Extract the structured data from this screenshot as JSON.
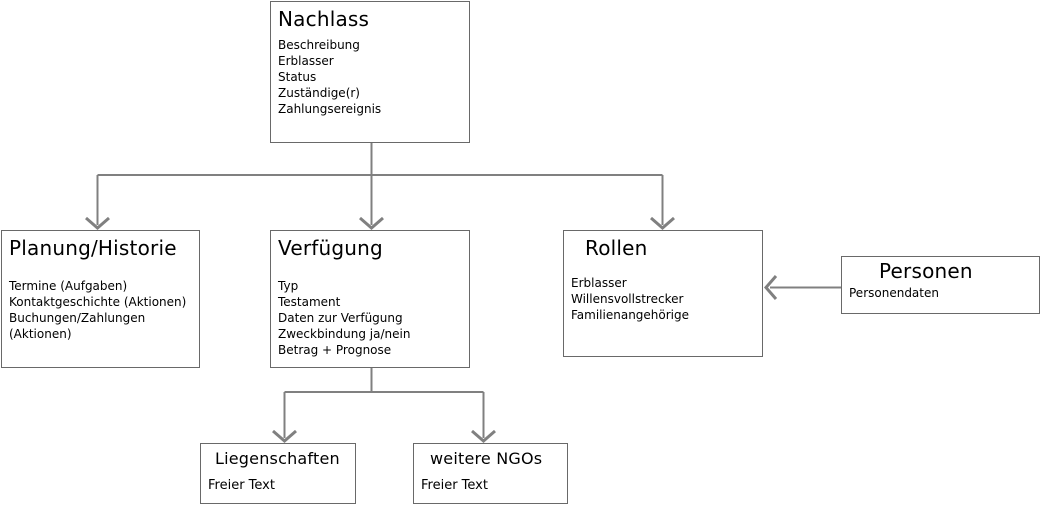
{
  "diagram": {
    "background_color": "#ffffff",
    "line_color": "#808080",
    "border_color": "#696969",
    "text_color": "#000000",
    "nodes": {
      "nachlass": {
        "title": "Nachlass",
        "items": [
          "Beschreibung",
          "Erblasser",
          "Status",
          "Zuständige(r)",
          "Zahlungsereignis"
        ]
      },
      "planung_historie": {
        "title": "Planung/Historie",
        "items": [
          "Termine (Aufgaben)",
          "Kontaktgeschichte (Aktionen)",
          "Buchungen/Zahlungen",
          "(Aktionen)"
        ]
      },
      "verfuegung": {
        "title": "Verfügung",
        "items": [
          "Typ",
          "Testament",
          "Daten zur Verfügung",
          "Zweckbindung ja/nein",
          "Betrag + Prognose"
        ]
      },
      "rollen": {
        "title": "Rollen",
        "items": [
          "Erblasser",
          "Willensvollstrecker",
          "Familienangehörige"
        ]
      },
      "personen": {
        "title": "Personen",
        "items": [
          "Personendaten"
        ]
      },
      "liegenschaften": {
        "title": "Liegenschaften",
        "items": [
          "Freier Text"
        ]
      },
      "weitere_ngos": {
        "title": "weitere NGOs",
        "items": [
          "Freier Text"
        ]
      }
    },
    "edges": [
      {
        "from": "Nachlass",
        "to": "Planung/Historie",
        "type": "arrow"
      },
      {
        "from": "Nachlass",
        "to": "Verfügung",
        "type": "arrow"
      },
      {
        "from": "Nachlass",
        "to": "Rollen",
        "type": "arrow"
      },
      {
        "from": "Verfügung",
        "to": "Liegenschaften",
        "type": "arrow"
      },
      {
        "from": "Verfügung",
        "to": "weitere NGOs",
        "type": "arrow"
      },
      {
        "from": "Personen",
        "to": "Rollen",
        "type": "arrow"
      }
    ]
  }
}
